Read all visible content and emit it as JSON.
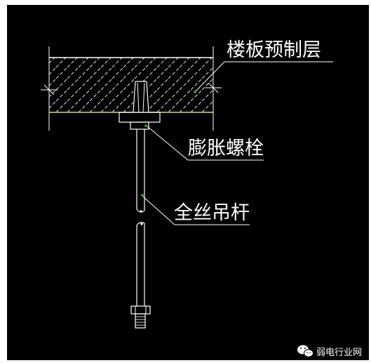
{
  "labels": {
    "floor_slab": "楼板预制层",
    "expansion_bolt": "膨胀螺栓",
    "threaded_rod": "全丝吊杆"
  },
  "watermark": {
    "text": "弱电行业网",
    "icon": "wechat-logo-icon"
  },
  "colors": {
    "background": "#000000",
    "line": "#ffffff",
    "hatch_accent": "#d4d98a",
    "marker": "#4fc94f"
  }
}
